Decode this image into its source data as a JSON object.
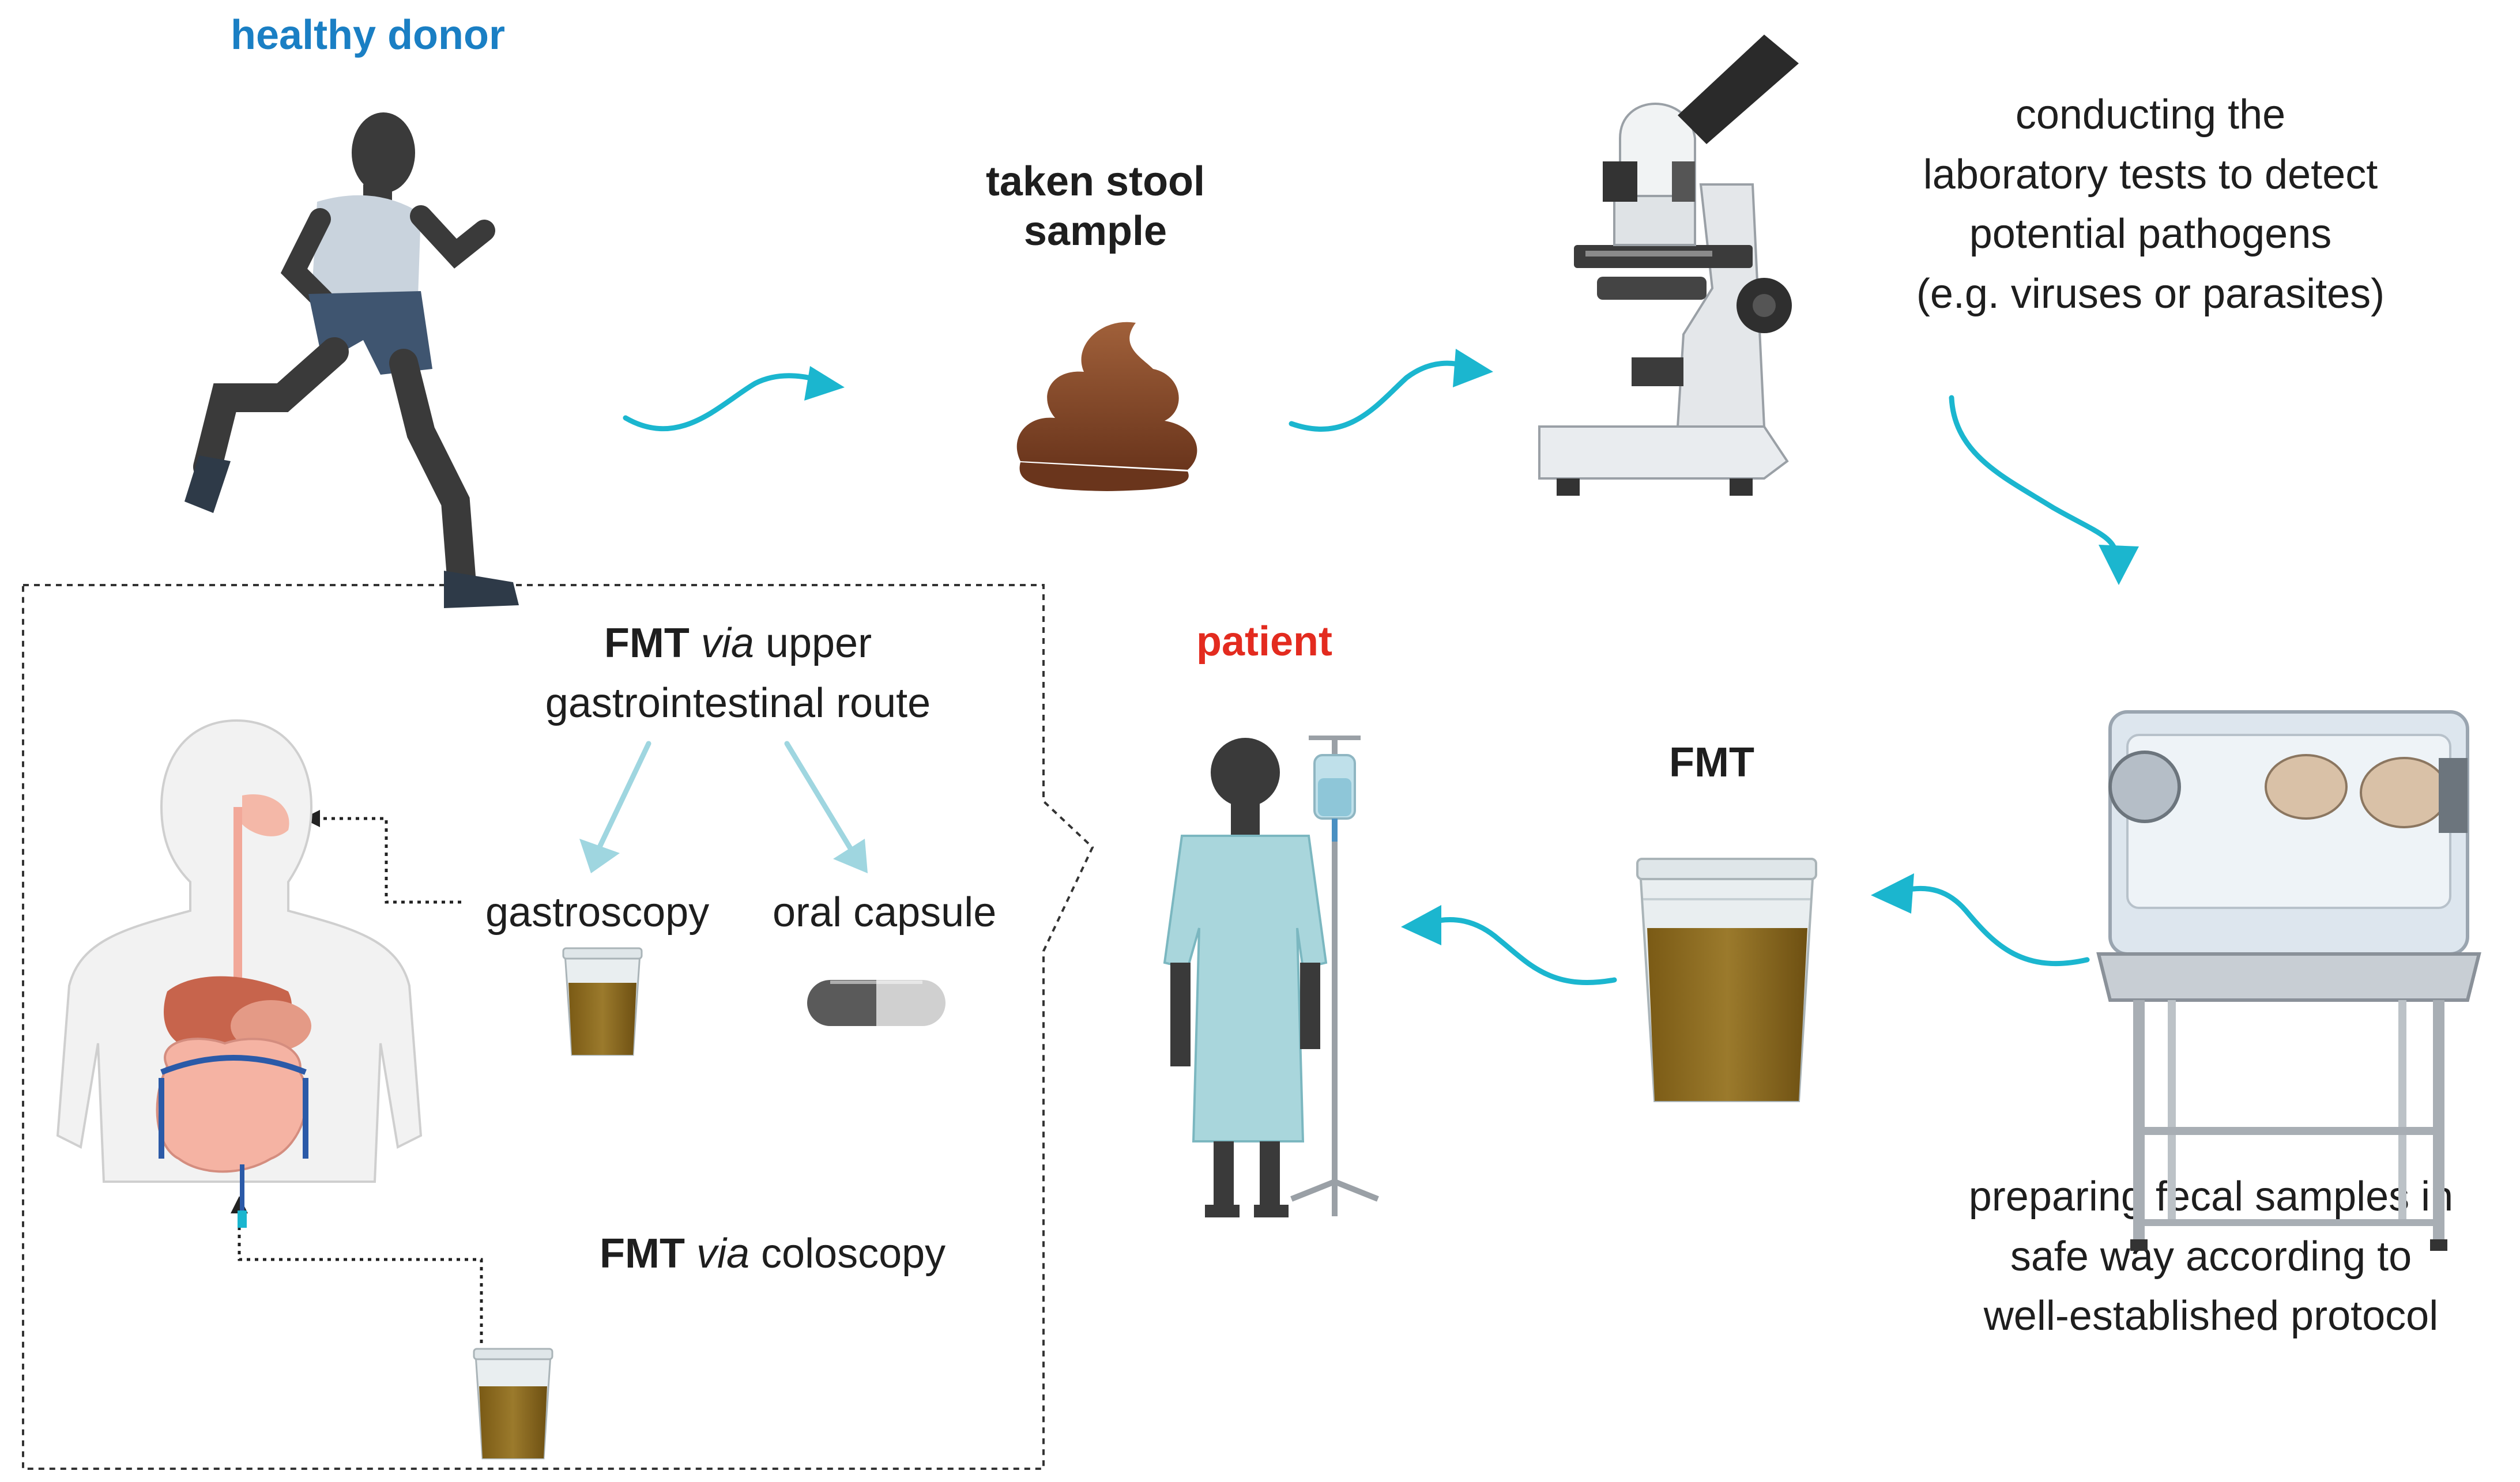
{
  "labels": {
    "healthy_donor": "healthy donor",
    "stool_sample_line1": "taken stool",
    "stool_sample_line2": "sample",
    "lab_tests_line1": "conducting the",
    "lab_tests_line2": "laboratory tests to detect",
    "lab_tests_line3": "potential pathogens",
    "lab_tests_line4": "(e.g. viruses or parasites)",
    "preparing_line1": "preparing fecal samples in",
    "preparing_line2": "safe way according to",
    "preparing_line3": "well-established protocol",
    "fmt": "FMT",
    "patient": "patient",
    "upper_route_fmt": "FMT",
    "upper_route_via": "via",
    "upper_route_rest": "upper",
    "upper_route_line2": "gastrointestinal route",
    "gastroscopy": "gastroscopy",
    "oral_capsule": "oral capsule",
    "colonoscopy_fmt": "FMT",
    "colonoscopy_via": "via",
    "colonoscopy_rest": "coloscopy"
  },
  "colors": {
    "donor_label": "#1a7fc4",
    "patient_label": "#e32b1f",
    "flow_arrow": "#1bb6cf",
    "route_arrow": "#9fd6e0",
    "stool": "#8a4a2a",
    "fmt_liquid": "#8a6a1e",
    "text": "#1e1e1e"
  },
  "icons": [
    "running-person-icon",
    "stool-icon",
    "microscope-icon",
    "glovebox-icon",
    "fmt-cup-icon",
    "patient-iv-icon",
    "digestive-system-icon",
    "small-cup-icon",
    "capsule-icon"
  ]
}
